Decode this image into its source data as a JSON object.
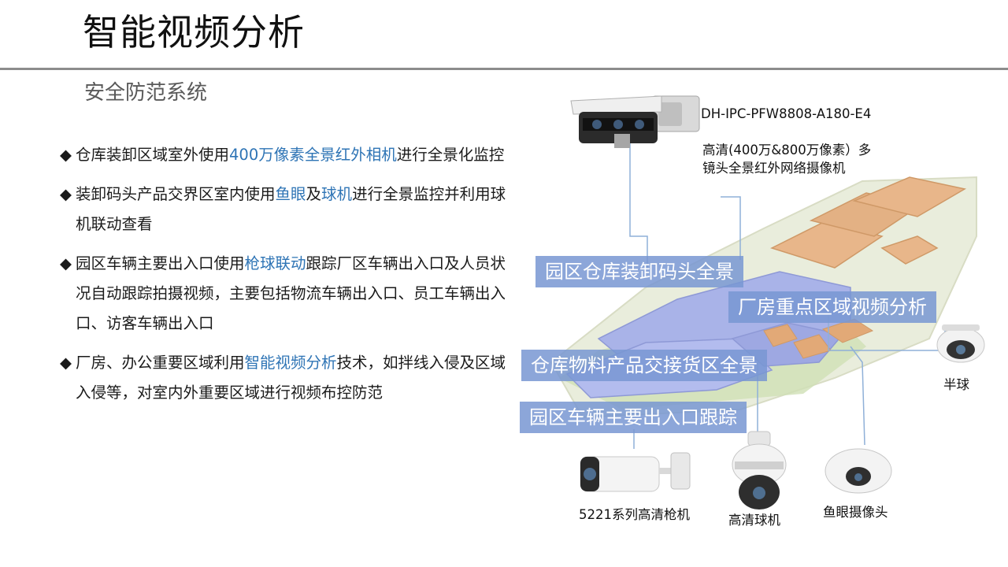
{
  "header": {
    "title": "智能视频分析"
  },
  "section": {
    "subtitle": "安全防范系统"
  },
  "bullet_mark": "◆",
  "bullets": [
    {
      "pre": "仓库装卸区域室外使用",
      "hl1": "400万像素全景红外相机",
      "mid": "进行全景化监控",
      "hl2": "",
      "post": ""
    },
    {
      "pre": "装卸码头产品交界区室内使用",
      "hl1": "鱼眼",
      "mid": "及",
      "hl2": "球机",
      "post": "进行全景监控并利用球机联动查看"
    },
    {
      "pre": "园区车辆主要出入口使用",
      "hl1": "枪球联动",
      "mid": "跟踪厂区车辆出入口及人员状况自动跟踪拍摄视频，主要包括物流车辆出入口、员工车辆出入口、访客车辆出入口",
      "hl2": "",
      "post": ""
    },
    {
      "pre": "厂房、办公重要区域利用",
      "hl1": "智能视频分析",
      "mid": "技术，如拌线入侵及区域入侵等，对室内外重要区域进行视频布控防范",
      "hl2": "",
      "post": ""
    }
  ],
  "diagram": {
    "model_label": "DH-IPC-PFW8808-A180-E4",
    "panoramic_desc_line1": "高清(400万&800万像素）多",
    "panoramic_desc_line2": "镜头全景红外网络摄像机",
    "dome_label": "半球",
    "bullet_cam_label": "5221系列高清枪机",
    "speed_dome_label": "高清球机",
    "fisheye_label": "鱼眼摄像头",
    "area_labels": {
      "dock": "园区仓库装卸码头全景",
      "factory": "厂房重点区域视频分析",
      "warehouse": "仓库物料产品交接货区全景",
      "entrance": "园区车辆主要出入口跟踪"
    }
  },
  "colors": {
    "highlight": "#2e74b5",
    "label_bg": "#7896d2",
    "rule": "#8c8c8c",
    "connector": "#8fb0d8"
  }
}
